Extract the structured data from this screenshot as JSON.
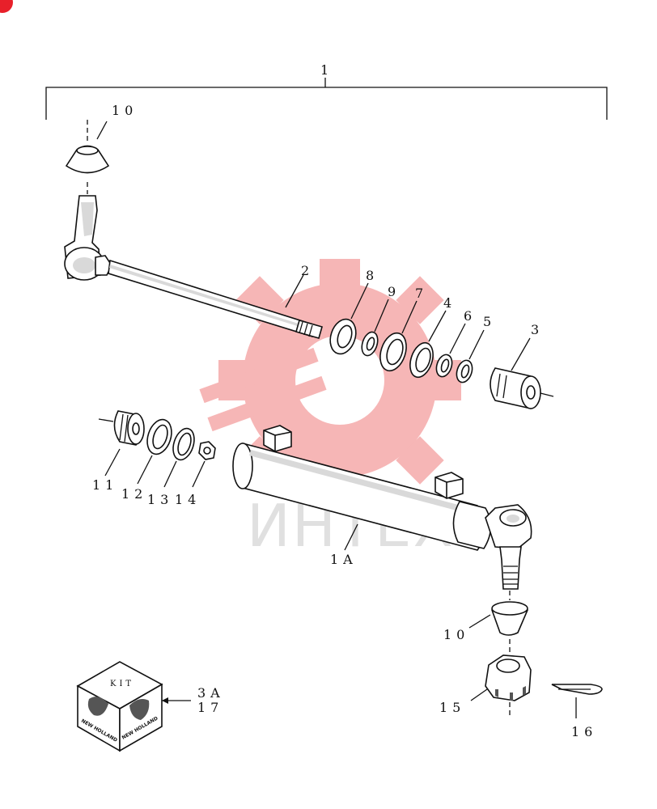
{
  "watermark": {
    "text": "ИНТЕХ",
    "gear_color": "#f07b7b"
  },
  "kit": {
    "label": "KIT",
    "brand_left": "NEW HOLLAND",
    "brand_right": "NEW HOLLAND"
  },
  "callouts": {
    "assembly": "1",
    "cap_top": "10",
    "rod": "2",
    "ring_8": "8",
    "ring_9": "9",
    "ring_7": "7",
    "ring_4": "4",
    "ring_6": "6",
    "ring_5": "5",
    "gland": "3",
    "piston": "11",
    "seal_12": "12",
    "seal_13": "13",
    "nut_14": "14",
    "barrel": "1A",
    "cap_bottom": "10",
    "castle_nut": "15",
    "cotter_pin": "16",
    "kit_ref_a": "3A",
    "kit_ref_b": "17"
  },
  "colors": {
    "line": "#111111",
    "watermark_gray": "#c8c8c8",
    "accent_red": "#e8202a"
  }
}
